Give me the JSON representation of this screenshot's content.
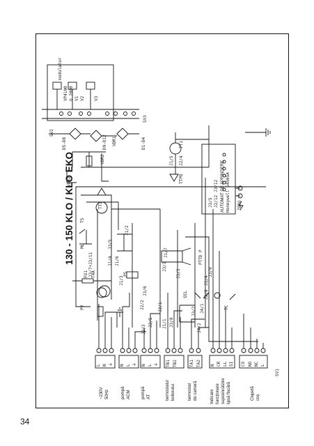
{
  "page_number": "34",
  "title": "130 - 150 KLO / KLO EKO",
  "terminal_labels": [
    {
      "key": "supply",
      "lines": [
        "~230V",
        "50Hz"
      ]
    },
    {
      "key": "pump_acm",
      "lines": [
        "pompă",
        "ACM"
      ]
    },
    {
      "key": "pump_at",
      "lines": [
        "pompă",
        "AT"
      ]
    },
    {
      "key": "boiler_thermostat",
      "lines": [
        "termostatul",
        "boilerului"
      ]
    },
    {
      "key": "room_thermostat",
      "lines": [
        "termostat",
        "de cameră"
      ]
    },
    {
      "key": "flame_indicator",
      "lines": [
        "Indicare",
        "funcționare",
        "supraîncălzire",
        "lipsă flacără"
      ]
    },
    {
      "key": "chimney_flap",
      "lines": [
        "Clapetă",
        "coș"
      ]
    }
  ],
  "component_labels": {
    "sv1": "SV1",
    "sv2": "SV2",
    "sv3": "SV3",
    "modulator": "modulator",
    "v1": "V1",
    "v2": "V2",
    "v3": "V3",
    "valve_models": [
      "VP4100",
      "Q 2000"
    ],
    "d1_d4": "D1-D4",
    "d5_d8": "D5-D8",
    "d9_d12": "D9-D12",
    "vdr1": "VDR1",
    "vdr2": "VDR2",
    "vdr3": "VDR3",
    "automat_title": "AUTOMAT DE APRINDERE",
    "automat_subtitle": "Honeywell S4565A",
    "zero_label": "ZERO",
    "tt1": "TT1",
    "tt2": "TT2",
    "ttpd": "TTPD",
    "pttd_p": "PTTD P",
    "fu1": "FU1",
    "t4a": "T4A",
    "ml": "ML",
    "ts": "TS",
    "ps": "PS",
    "pv": "PV",
    "sel": "SEL",
    "tc": "TC",
    "j_labels": [
      "J1/5",
      "J2/4",
      "J3/5",
      "J2/12",
      "J3/12",
      "J1/2",
      "J1/4",
      "J3/5",
      "J1/6",
      "J3/7+J3/11",
      "J1/3",
      "J3/1",
      "J3/4",
      "J2/5",
      "J2/3",
      "J4/1",
      "J4/2",
      "J2/8",
      "J2/2",
      "J1/1",
      "J3/6",
      "J3/8",
      "J2/1",
      "J1/7",
      "J3/2",
      "J3/9",
      "J3/3"
    ]
  },
  "terminal_pins": {
    "supply": [
      "L",
      "N",
      "⏚"
    ],
    "pump_acm": [
      "N",
      "L",
      "⏚"
    ],
    "pump_at": [
      "N",
      "L",
      "⏚"
    ],
    "boiler_thermostat": [
      "TB1",
      "TB2"
    ],
    "room_thermostat": [
      "TA1",
      "TA2"
    ],
    "flame_indicator": [
      "N",
      "CR",
      "LL",
      "SI"
    ],
    "chimney_flap": [
      "CO",
      "NO",
      "NC",
      "L"
    ],
    "sv1_label": "SV1"
  }
}
